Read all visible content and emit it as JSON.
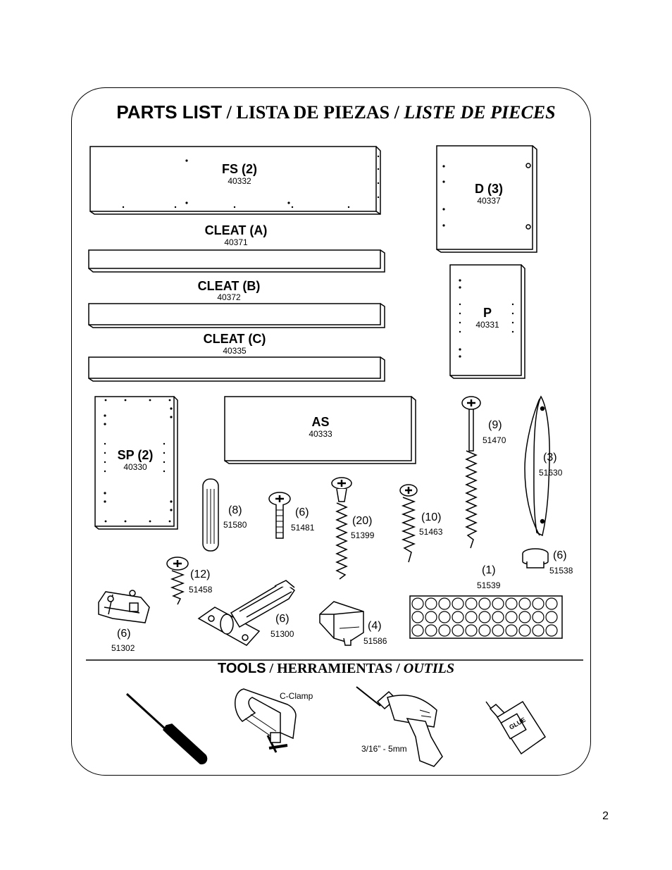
{
  "title": {
    "part1": "PARTS LIST",
    "sep1": " / ",
    "part2": "LISTA DE PIEZAS",
    "sep2": " / ",
    "part3": "LISTE DE PIECES"
  },
  "panels": {
    "fs": {
      "label": "FS (2)",
      "number": "40332"
    },
    "d": {
      "label": "D (3)",
      "number": "40337"
    },
    "cleat_a": {
      "label": "CLEAT (A)",
      "number": "40371"
    },
    "cleat_b": {
      "label": "CLEAT (B)",
      "number": "40372"
    },
    "cleat_c": {
      "label": "CLEAT (C)",
      "number": "40335"
    },
    "p": {
      "label": "P",
      "number": "40331"
    },
    "sp": {
      "label": "SP (2)",
      "number": "40330"
    },
    "as": {
      "label": "AS",
      "number": "40333"
    }
  },
  "hardware": {
    "screw_long": {
      "qty": "(9)",
      "number": "51470"
    },
    "handle": {
      "qty": "(3)",
      "number": "51630"
    },
    "dowel": {
      "qty": "(8)",
      "number": "51580"
    },
    "bolt": {
      "qty": "(6)",
      "number": "51481"
    },
    "cam_screw": {
      "qty": "(20)",
      "number": "51399"
    },
    "wood_screw": {
      "qty": "(10)",
      "number": "51463"
    },
    "foot": {
      "qty": "(6)",
      "number": "51538"
    },
    "small_screw": {
      "qty": "(12)",
      "number": "51458"
    },
    "bumpers": {
      "qty": "(1)",
      "number": "51539"
    },
    "mount_plate": {
      "qty": "(6)",
      "number": "51302"
    },
    "hinge": {
      "qty": "(6)",
      "number": "51300"
    },
    "shelf_support": {
      "qty": "(4)",
      "number": "51586"
    }
  },
  "tools": {
    "part1": "TOOLS",
    "sep1": " / ",
    "part2": "HERRAMIENTAS",
    "sep2": " / ",
    "part3": "OUTILS",
    "clamp_label": "C-Clamp",
    "drill_label": "3/16” - 5mm",
    "glue_label": "GLUE"
  },
  "page_number": "2"
}
